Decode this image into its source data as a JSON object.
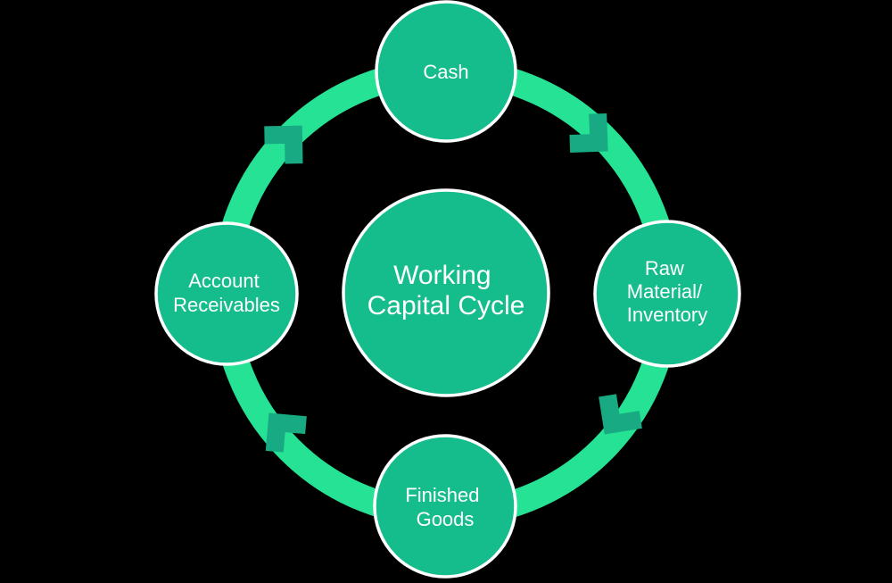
{
  "colors": {
    "background": "#000000",
    "ring": "#26e295",
    "arrow": "#18ab83",
    "node-fill": "#15bd8c",
    "node-border": "#ffffff",
    "text": "#ffffff"
  },
  "diagram": {
    "name": "Working Capital Cycle",
    "flow_direction": "clockwise",
    "center_node": {
      "lines": [
        "Working",
        "Capital Cycle"
      ]
    },
    "nodes": [
      {
        "id": "cash",
        "position": "top",
        "lines": [
          "Cash"
        ]
      },
      {
        "id": "raw-material-inventory",
        "position": "right",
        "lines": [
          "Raw",
          "Material/",
          "Inventory"
        ]
      },
      {
        "id": "finished-goods",
        "position": "bottom",
        "lines": [
          "Finished",
          "Goods"
        ]
      },
      {
        "id": "account-receivables",
        "position": "left",
        "lines": [
          "Account",
          "Receivables"
        ]
      }
    ]
  }
}
